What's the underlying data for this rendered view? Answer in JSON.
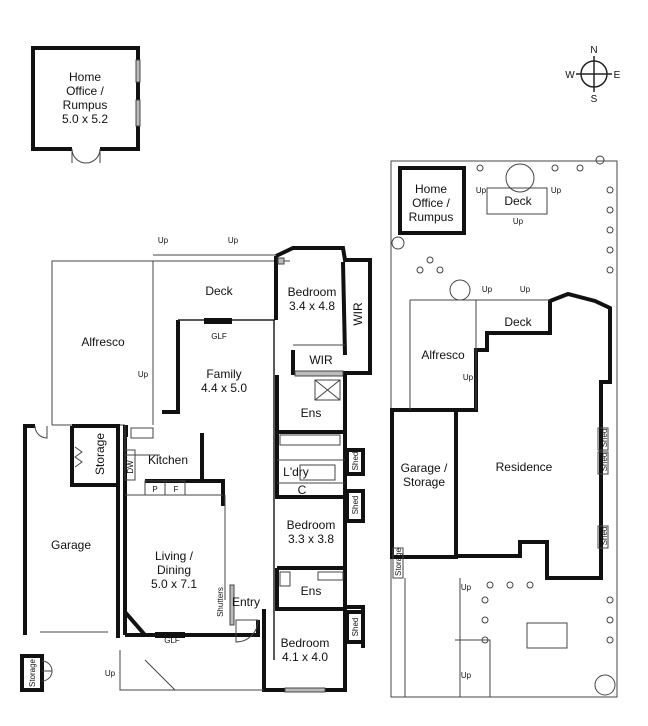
{
  "compass": {
    "n": "N",
    "s": "S",
    "e": "E",
    "w": "W"
  },
  "floorplan": {
    "office_name_1": "Home",
    "office_name_2": "Office /",
    "office_name_3": "Rumpus",
    "office_size": "5.0 x 5.2",
    "alfresco": "Alfresco",
    "deck": "Deck",
    "bedroom1": "Bedroom",
    "bedroom1_size": "3.4 x 4.8",
    "wir_vertical": "WIR",
    "wir": "WIR",
    "family": "Family",
    "family_size": "4.4 x 5.0",
    "glf": "GLF",
    "ens1": "Ens",
    "storage": "Storage",
    "kitchen": "Kitchen",
    "dw": "DW",
    "pantry": "P",
    "fridge": "F",
    "laundry": "L'dry",
    "cupboard": "C",
    "garage": "Garage",
    "living1": "Living /",
    "living2": "Dining",
    "living_size": "5.0 x 7.1",
    "bedroom2": "Bedroom",
    "bedroom2_size": "3.3 x 3.8",
    "ens2": "Ens",
    "entry": "Entry",
    "shutters": "Shutters",
    "bedroom3": "Bedroom",
    "bedroom3_size": "4.1 x 4.0",
    "shed": "Shed",
    "storage_small": "Storage",
    "up": "Up"
  },
  "siteplan": {
    "office1": "Home",
    "office2": "Office /",
    "office3": "Rumpus",
    "deck_top": "Deck",
    "deck": "Deck",
    "alfresco": "Alfresco",
    "garage1": "Garage /",
    "garage2": "Storage",
    "residence": "Residence",
    "shed": "Shed",
    "storage": "Storage",
    "up": "Up"
  }
}
